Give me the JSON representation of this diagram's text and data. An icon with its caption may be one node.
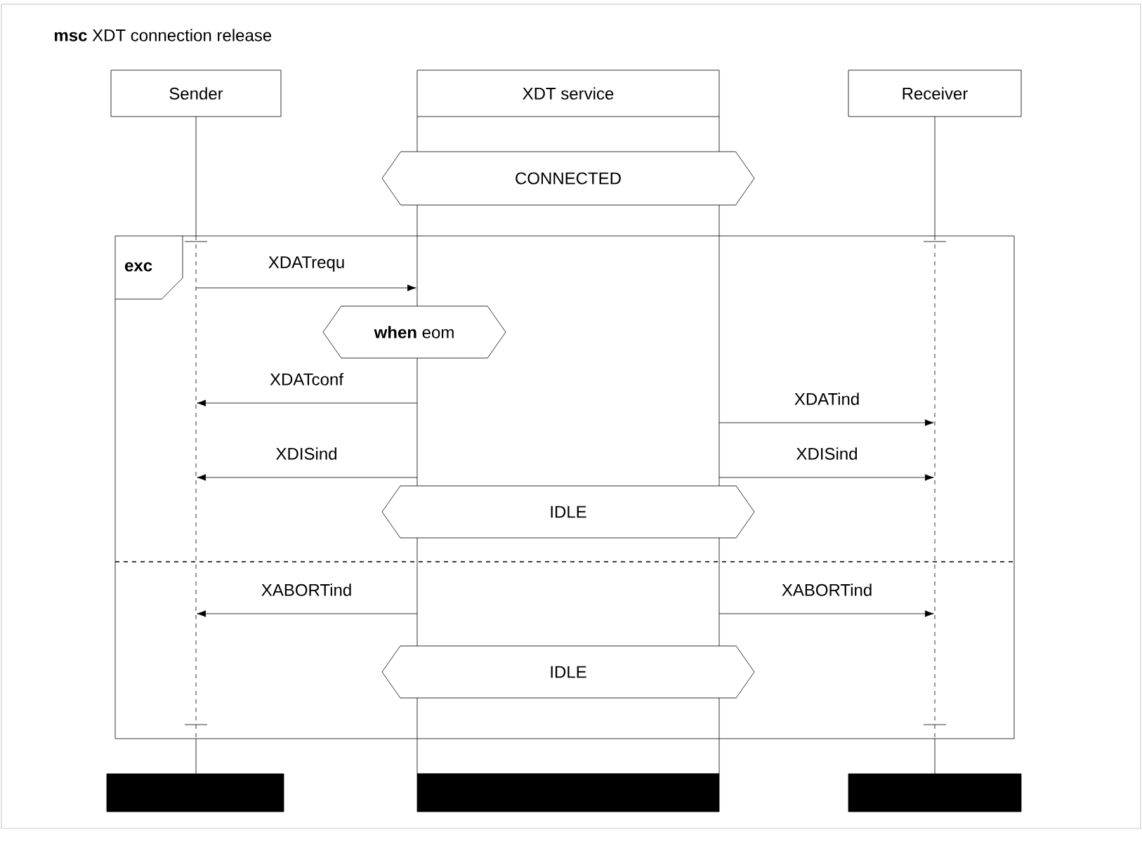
{
  "diagram": {
    "title": "**msc** XDT connection release",
    "nodes": [
      {
        "text": [
          "Sender"
        ]
      },
      {
        "text": [
          "XDT service"
        ]
      },
      {
        "text": [
          "Receiver"
        ]
      },
      {
        "text": [
          "CONNECTED"
        ]
      },
      {
        "text": [
          "exc"
        ]
      },
      {
        "text": [
          "**when** eom"
        ],
        "in": 4
      },
      {
        "text": [
          "IDLE"
        ],
        "in": 4
      },
      {
        "text": [
          "IDLE"
        ],
        "in": 4
      },
      {
        "text": [],
        "shape": "bar"
      },
      {
        "text": [],
        "shape": "bar"
      },
      {
        "text": [],
        "shape": "bar"
      },
      {
        "text": [],
        "shape": "line"
      },
      {
        "text": [],
        "shape": "line"
      }
    ],
    "edges": [
      {
        "from": 11,
        "to": 1,
        "arrow": "to",
        "label": "XDATrequ"
      },
      {
        "from": 1,
        "to": 11,
        "arrow": "to",
        "label": "XDATconf"
      },
      {
        "from": 1,
        "to": 12,
        "arrow": "to",
        "label": "XDATind"
      },
      {
        "from": 1,
        "to": 11,
        "arrow": "to",
        "label": "XDISind"
      },
      {
        "from": 1,
        "to": 12,
        "arrow": "to",
        "label": "XDISind"
      },
      {
        "from": 1,
        "to": 11,
        "arrow": "to",
        "label": "XABORTind"
      },
      {
        "from": 1,
        "to": 12,
        "arrow": "to",
        "label": "XABORTind"
      }
    ]
  }
}
